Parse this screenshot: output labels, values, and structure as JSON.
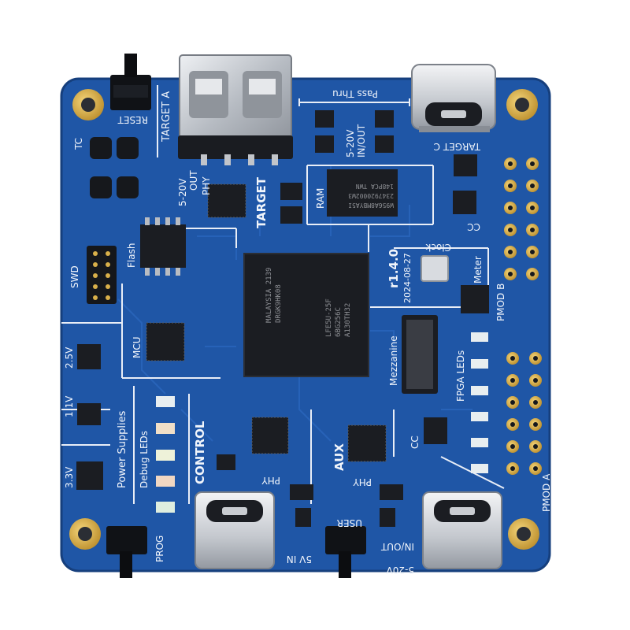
{
  "board": {
    "colors": {
      "pcb": "#1f56a6",
      "pcb_dark": "#17427f",
      "silkscreen": "#f1f5fb",
      "gold": "#d9b04a",
      "chip": "#1b1d22",
      "metal": "#c9ccd1",
      "led": "#e8eef0"
    },
    "labels": {
      "reset": "RESET",
      "target_a": "TARGET A",
      "pass_thru": "Pass Thru",
      "target_c": "TARGET C",
      "v5_20_out": "5-20V",
      "out": "OUT",
      "phy_top": "PHY",
      "target": "TARGET",
      "v5_20_inout": "5-20V",
      "in_out": "IN/OUT",
      "ram": "RAM",
      "tc": "TC",
      "cc_top": "CC",
      "flash": "Flash",
      "swd": "SWD",
      "clock": "Clock",
      "version": "r1.4.0",
      "date": "2024-08-27",
      "meter": "Meter",
      "pmod_b": "PMOD B",
      "mcu": "MCU",
      "mezzanine": "Mezzanine",
      "fpga_leds": "FPGA LEDs",
      "v2_5": "2.5V",
      "v1_1": "1.1V",
      "v3_3": "3.3V",
      "power_supplies": "Power Supplies",
      "debug_leds": "Debug LEDs",
      "control": "CONTROL",
      "phy_left": "PHY",
      "aux": "AUX",
      "phy_right": "PHY",
      "cc_bottom": "CC",
      "prog": "PROG",
      "v5_in": "5V IN",
      "user": "USER",
      "v5_20_bottom": "5-20V",
      "in_out_bottom": "IN/OUT",
      "pmod_a": "PMOD A"
    },
    "chip_markings": {
      "fpga_1": "LFE5U-25F",
      "fpga_2": "6BG256C",
      "fpga_3": "A130TH32",
      "fpga_4": "MALAYSIA 2139",
      "fpga_5": "DRGK9HK08",
      "ram_1": "W956A8MBYA5I",
      "ram_2": "2347920002W3",
      "ram_3": "148PCA TWN"
    },
    "icons": {
      "mount_hole": "mounting-hole",
      "usb": "usb-connector",
      "button": "tactile-button"
    }
  }
}
